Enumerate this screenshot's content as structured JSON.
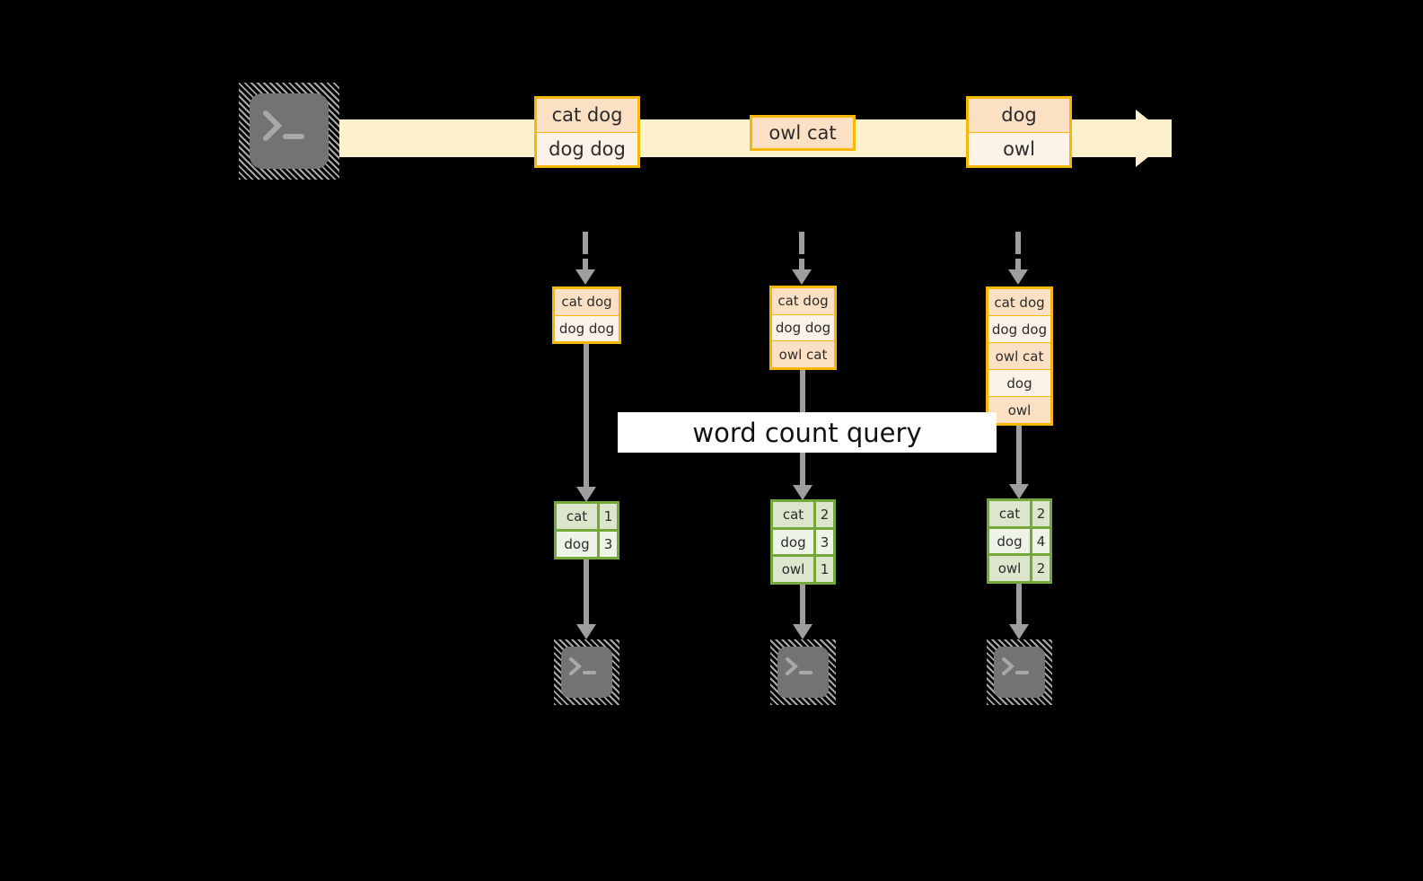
{
  "theme": {
    "background": "#000000",
    "stream_fill": "#fdf0cd",
    "event_border": "#f5b808",
    "event_fill_dark": "#fce0c4",
    "event_fill_light": "#fdf2e8",
    "result_border": "#74a83a",
    "result_fill_dark": "#dbe6cd",
    "result_fill_light": "#eef3e8",
    "arrow_gray": "#9e9e9e",
    "terminal_fill": "#737373",
    "banner_fill": "#ffffff",
    "text_color": "#2b2b2b"
  },
  "producer": {
    "icon": "terminal-icon",
    "glyph": ">_"
  },
  "stream": {
    "name": "event-stream-arrow",
    "events": [
      {
        "id": "event-batch-1",
        "lines": [
          "cat dog",
          "dog dog"
        ]
      },
      {
        "id": "event-batch-2",
        "lines": [
          "owl cat"
        ]
      },
      {
        "id": "event-batch-3",
        "lines": [
          "dog",
          "owl"
        ]
      }
    ]
  },
  "banner": {
    "label": "word count query"
  },
  "columns": [
    {
      "id": "snapshot-1",
      "state": [
        "cat dog",
        "dog dog"
      ],
      "result": {
        "rows": [
          {
            "word": "cat",
            "count": "1"
          },
          {
            "word": "dog",
            "count": "3"
          }
        ]
      },
      "consumer": {
        "icon": "terminal-icon",
        "glyph": ">_"
      }
    },
    {
      "id": "snapshot-2",
      "state": [
        "cat dog",
        "dog dog",
        "owl cat"
      ],
      "result": {
        "rows": [
          {
            "word": "cat",
            "count": "2"
          },
          {
            "word": "dog",
            "count": "3"
          },
          {
            "word": "owl",
            "count": "1"
          }
        ]
      },
      "consumer": {
        "icon": "terminal-icon",
        "glyph": ">_"
      }
    },
    {
      "id": "snapshot-3",
      "state": [
        "cat dog",
        "dog dog",
        "owl cat",
        "dog",
        "owl"
      ],
      "result": {
        "rows": [
          {
            "word": "cat",
            "count": "2"
          },
          {
            "word": "dog",
            "count": "4"
          },
          {
            "word": "owl",
            "count": "2"
          }
        ]
      },
      "consumer": {
        "icon": "terminal-icon",
        "glyph": ">_"
      }
    }
  ]
}
